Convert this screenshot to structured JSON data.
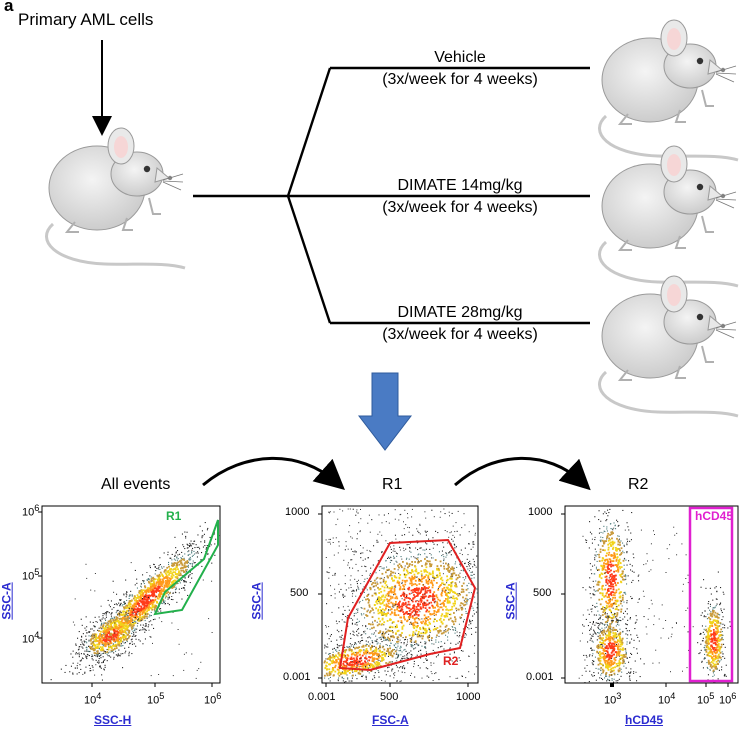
{
  "figure": {
    "panel_letter": "a",
    "primary_label": "Primary AML cells",
    "groups": [
      {
        "name": "Vehicle",
        "schedule": "(3x/week for 4 weeks)"
      },
      {
        "name": "DIMATE 14mg/kg",
        "schedule": "(3x/week for 4 weeks)"
      },
      {
        "name": "DIMATE 28mg/kg",
        "schedule": "(3x/week for 4 weeks)"
      }
    ],
    "colors": {
      "arrow": "#4a7bc4",
      "gate_r1": "#22b04b",
      "gate_r2": "#e02020",
      "gate_hcd45": "#e020d0",
      "axis_title": "#2b2bd0"
    }
  },
  "plots": [
    {
      "title": "All events",
      "x_axis": {
        "title": "SSC-H",
        "ticks": [
          "10<sup>4</sup>",
          "10<sup>5</sup>",
          "10<sup>6</sup>"
        ]
      },
      "y_axis": {
        "title": "SSC-A",
        "ticks": [
          "10<sup>6</sup>",
          "10<sup>5</sup>",
          "10<sup>4</sup>"
        ]
      },
      "gate": "R1"
    },
    {
      "title": "R1",
      "x_axis": {
        "title": "FSC-A",
        "ticks": [
          "0.001",
          "500",
          "1000"
        ]
      },
      "y_axis": {
        "title": "SSC-A",
        "ticks": [
          "1000",
          "500",
          "0.001"
        ]
      },
      "gate": "R2"
    },
    {
      "title": "R2",
      "x_axis": {
        "title": "hCD45",
        "ticks": [
          "10<sup>3</sup>",
          "10<sup>4</sup>",
          "10<sup>5</sup>",
          "10<sup>6</sup>"
        ]
      },
      "y_axis": {
        "title": "SSC-A",
        "ticks": [
          "1000",
          "500",
          "0.001"
        ]
      },
      "gate": "hCD45"
    }
  ]
}
